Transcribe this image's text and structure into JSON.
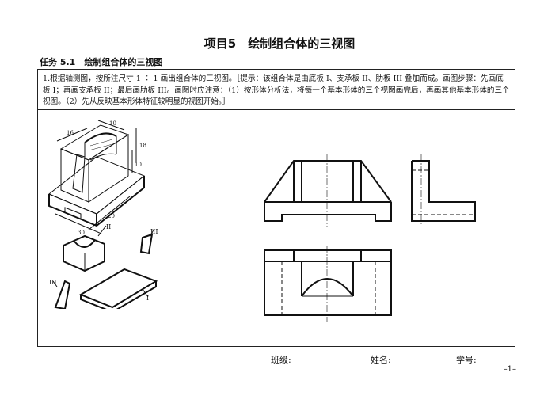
{
  "header": {
    "title": "项目5　绘制组合体的三视图"
  },
  "task": {
    "label": "任务 5.1　绘制组合体的三视图"
  },
  "exercise": {
    "instruction": "1.根据轴测图，按所注尺寸 1 ∶ 1 画出组合体的三视图。［提示：该组合体是由底板 I、支承板 II、肋板 III 叠加而成。画图步骤：先画底板 I；再画支承板 II；最后画肋板 III。画图时应注意：（1）按形体分析法，将每一个基本形体的三个视图画完后，再画其他基本形体的三个视图。（2）先从反映基本形体特征较明显的视图开始。］"
  },
  "isometric": {
    "dimensions": [
      "16",
      "10",
      "18",
      "10",
      "20",
      "30"
    ],
    "part_labels": [
      "II",
      "III",
      "I",
      "III"
    ]
  },
  "footer": {
    "class_label": "班级:",
    "name_label": "姓名:",
    "id_label": "学号:"
  },
  "page": {
    "number": "–1–"
  }
}
